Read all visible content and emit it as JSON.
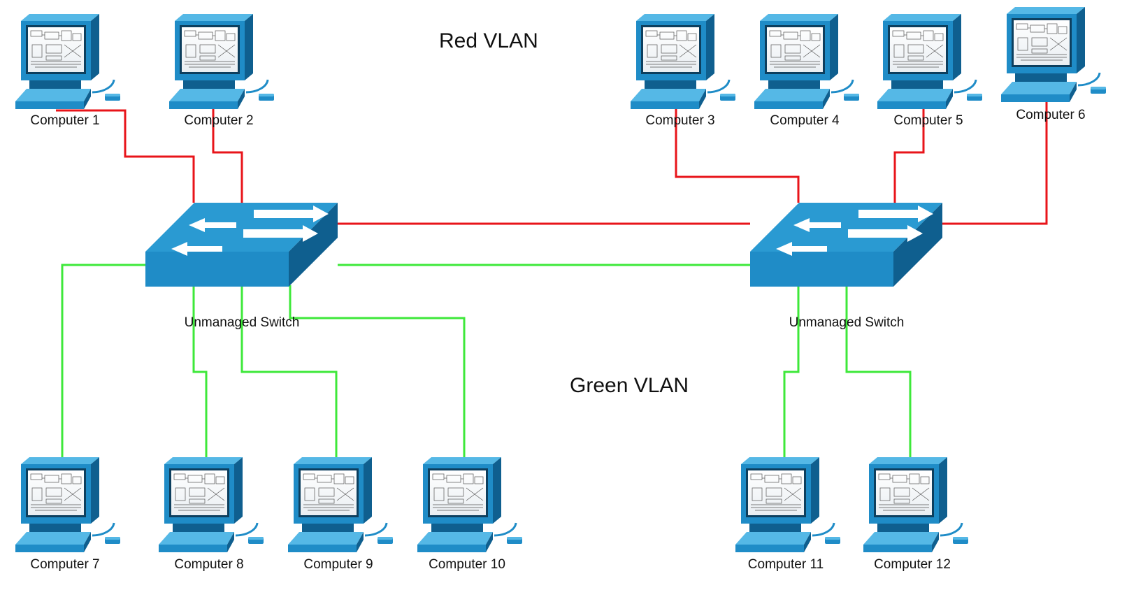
{
  "titles": {
    "red_vlan": "Red VLAN",
    "green_vlan": "Green VLAN"
  },
  "colors": {
    "red_link": "#e8141a",
    "green_link": "#3ee83a",
    "device_blue": "#1f8cc7",
    "device_dark": "#0f5f8f",
    "device_light": "#55b8e6"
  },
  "computers": [
    {
      "id": "1",
      "label": "Computer 1",
      "vlan": "red"
    },
    {
      "id": "2",
      "label": "Computer 2",
      "vlan": "red"
    },
    {
      "id": "3",
      "label": "Computer 3",
      "vlan": "red"
    },
    {
      "id": "4",
      "label": "Computer 4",
      "vlan": "none"
    },
    {
      "id": "5",
      "label": "Computer 5",
      "vlan": "red"
    },
    {
      "id": "6",
      "label": "Computer 6",
      "vlan": "red"
    },
    {
      "id": "7",
      "label": "Computer 7",
      "vlan": "green"
    },
    {
      "id": "8",
      "label": "Computer 8",
      "vlan": "green"
    },
    {
      "id": "9",
      "label": "Computer 9",
      "vlan": "green"
    },
    {
      "id": "10",
      "label": "Computer 10",
      "vlan": "green"
    },
    {
      "id": "11",
      "label": "Computer 11",
      "vlan": "green"
    },
    {
      "id": "12",
      "label": "Computer 12",
      "vlan": "green"
    }
  ],
  "switches": [
    {
      "id": "left",
      "label": "Unmanaged Switch"
    },
    {
      "id": "right",
      "label": "Unmanaged Switch"
    }
  ],
  "links": [
    {
      "from": "computer-1",
      "to": "switch-left",
      "color": "red"
    },
    {
      "from": "computer-2",
      "to": "switch-left",
      "color": "red"
    },
    {
      "from": "computer-3",
      "to": "switch-right",
      "color": "red"
    },
    {
      "from": "computer-5",
      "to": "switch-right",
      "color": "red"
    },
    {
      "from": "computer-6",
      "to": "switch-right",
      "color": "red"
    },
    {
      "from": "switch-left",
      "to": "switch-right",
      "color": "red"
    },
    {
      "from": "switch-left",
      "to": "switch-right",
      "color": "green"
    },
    {
      "from": "computer-7",
      "to": "switch-left",
      "color": "green"
    },
    {
      "from": "computer-8",
      "to": "switch-left",
      "color": "green"
    },
    {
      "from": "computer-9",
      "to": "switch-left",
      "color": "green"
    },
    {
      "from": "computer-10",
      "to": "switch-left",
      "color": "green"
    },
    {
      "from": "computer-11",
      "to": "switch-right",
      "color": "green"
    },
    {
      "from": "computer-12",
      "to": "switch-right",
      "color": "green"
    }
  ]
}
